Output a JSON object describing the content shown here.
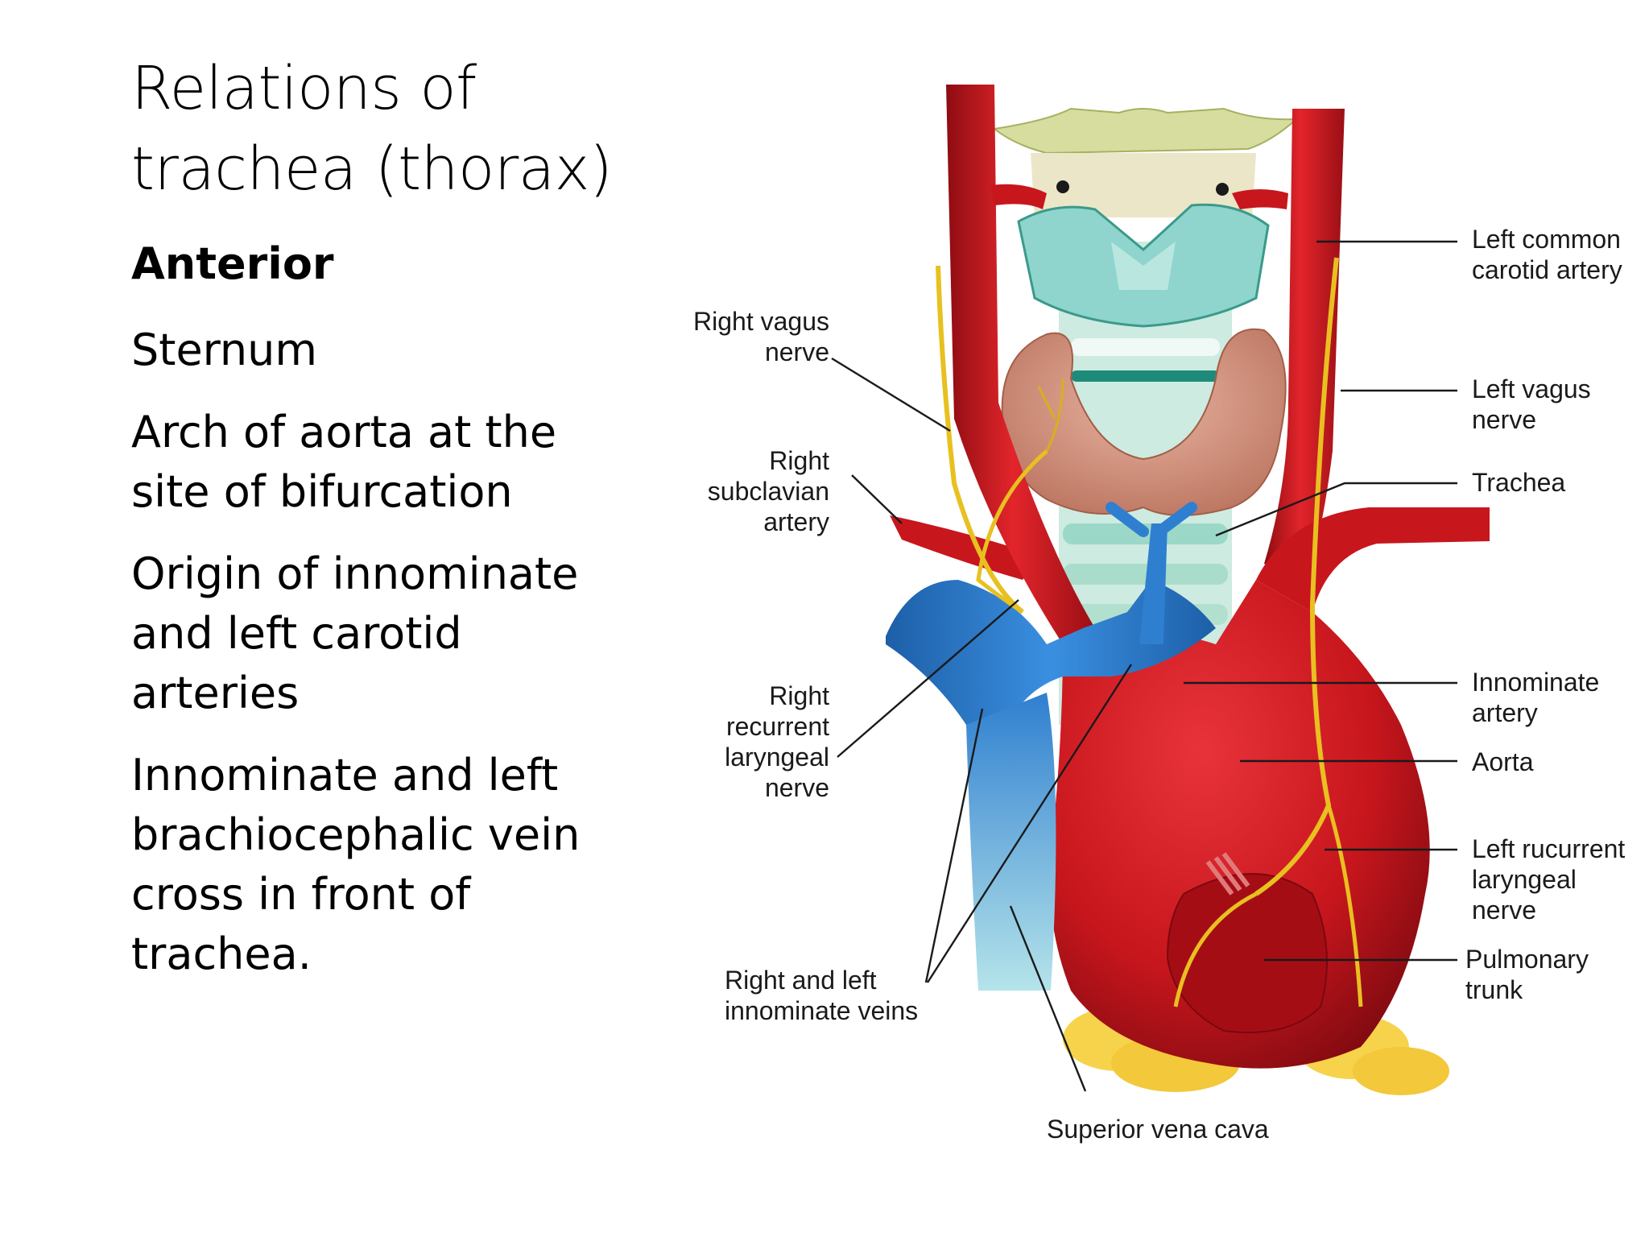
{
  "slide": {
    "title_lines": [
      "Relations of",
      "trachea (thorax)"
    ],
    "heading": "Anterior",
    "bullets": [
      [
        "Sternum"
      ],
      [
        "Arch of aorta at the",
        "site of bifurcation"
      ],
      [
        "Origin of innominate",
        "and left carotid",
        "arteries"
      ],
      [
        "Innominate and left",
        "brachiocephalic vein",
        "cross in front of",
        "trachea."
      ]
    ]
  },
  "diagram": {
    "labels": {
      "left_common_carotid_artery": [
        "Left common",
        "carotid artery"
      ],
      "right_vagus_nerve": [
        "Right vagus",
        "nerve"
      ],
      "left_vagus_nerve": [
        "Left vagus",
        "nerve"
      ],
      "right_subclavian_artery": [
        "Right",
        "subclavian",
        "artery"
      ],
      "trachea": [
        "Trachea"
      ],
      "right_recurrent_laryngeal_nerve": [
        "Right",
        "recurrent",
        "laryngeal",
        "nerve"
      ],
      "innominate_artery": [
        "Innominate",
        "artery"
      ],
      "aorta": [
        "Aorta"
      ],
      "left_recurrent_laryngeal_nerve": [
        "Left rucurrent",
        "laryngeal",
        "nerve"
      ],
      "pulmonary_trunk": [
        "Pulmonary",
        "trunk"
      ],
      "innominate_veins": [
        "Right and left",
        "innominate veins"
      ],
      "superior_vena_cava": [
        "Superior  vena cava"
      ]
    },
    "colors": {
      "artery": "#c8161d",
      "artery_dark": "#8e0c12",
      "vein": "#2f7fd0",
      "vein_light": "#9fd6e3",
      "nerve": "#e8c020",
      "thyroid": "#d99a86",
      "trachea": "#bfe6d8",
      "cartilage": "#7fd0c4",
      "fat": "#f6d34a"
    }
  }
}
